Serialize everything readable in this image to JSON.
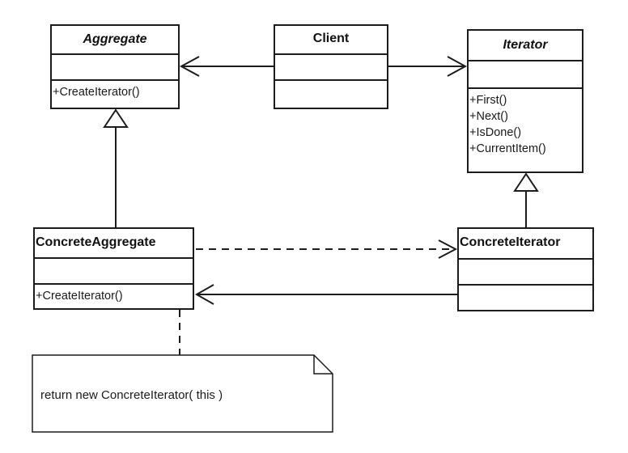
{
  "classes": {
    "aggregate": {
      "name": "Aggregate",
      "operations": [
        "+CreateIterator()"
      ]
    },
    "client": {
      "name": "Client"
    },
    "iterator": {
      "name": "Iterator",
      "operations": [
        "+First()",
        "+Next()",
        "+IsDone()",
        "+CurrentItem()"
      ]
    },
    "concrete_aggregate": {
      "name": "ConcreteAggregate",
      "operations": [
        "+CreateIterator()"
      ]
    },
    "concrete_iterator": {
      "name": "ConcreteIterator"
    }
  },
  "note": {
    "text": "return new ConcreteIterator( this )"
  },
  "colors": {
    "line": "#1c1c1c",
    "background": "#ffffff"
  }
}
